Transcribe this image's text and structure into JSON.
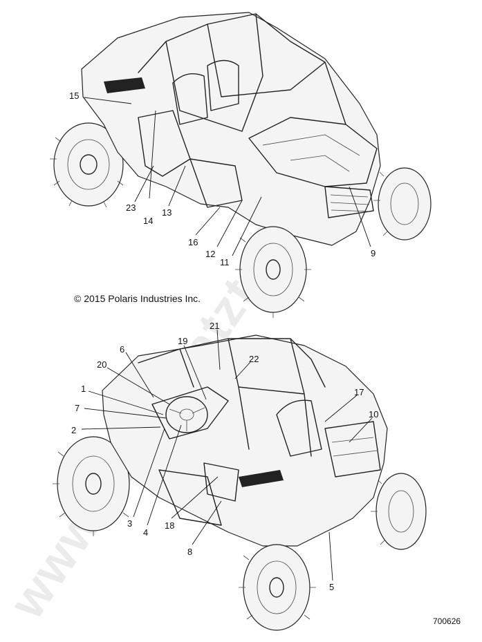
{
  "copyright": "© 2015 Polaris Industries Inc.",
  "figure_number": "700626",
  "watermark": "www.atv-ersatzteile.de",
  "upper_callouts": [
    "15",
    "23",
    "14",
    "13",
    "16",
    "12",
    "11",
    "9"
  ],
  "lower_callouts": [
    "21",
    "19",
    "22",
    "6",
    "20",
    "1",
    "7",
    "2",
    "17",
    "10",
    "3",
    "4",
    "18",
    "8",
    "5"
  ]
}
